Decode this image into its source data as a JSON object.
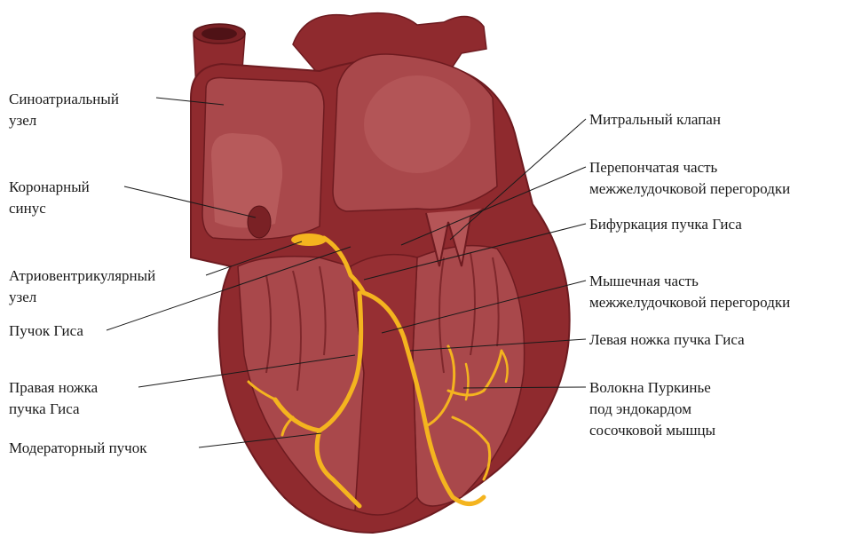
{
  "colors": {
    "muscle": "#8f2a2e",
    "muscle_dark": "#6e1b20",
    "chamber": "#a9484b",
    "chamber_light": "#c2696a",
    "conduction": "#f4b41f",
    "leader": "#1a1a1a"
  },
  "labels_left": [
    {
      "id": "sa-node",
      "lines": [
        "Синоатриальный",
        "узел"
      ]
    },
    {
      "id": "coronary-sinus",
      "lines": [
        "Коронарный",
        "синус"
      ]
    },
    {
      "id": "av-node",
      "lines": [
        "Атриовентрикулярный",
        "узел"
      ]
    },
    {
      "id": "bundle-his",
      "lines": [
        "Пучок Гиса"
      ]
    },
    {
      "id": "right-bundle-branch",
      "lines": [
        "Правая ножка",
        "пучка Гиса"
      ]
    },
    {
      "id": "moderator-band",
      "lines": [
        "Модераторный пучок"
      ]
    }
  ],
  "labels_right": [
    {
      "id": "mitral-valve",
      "lines": [
        "Митральный клапан"
      ]
    },
    {
      "id": "membranous-septum",
      "lines": [
        "Перепончатая часть",
        "межжелудочковой перегородки"
      ]
    },
    {
      "id": "his-bifurcation",
      "lines": [
        "Бифуркация пучка Гиса"
      ]
    },
    {
      "id": "muscular-septum",
      "lines": [
        "Мышечная часть",
        "межжелудочковой перегородки"
      ]
    },
    {
      "id": "left-bundle-branch",
      "lines": [
        "Левая ножка пучка Гиса"
      ]
    },
    {
      "id": "purkinje-fibers",
      "lines": [
        "Волокна Пуркинье",
        "под эндокардом",
        "сосочковой мышцы"
      ]
    }
  ]
}
